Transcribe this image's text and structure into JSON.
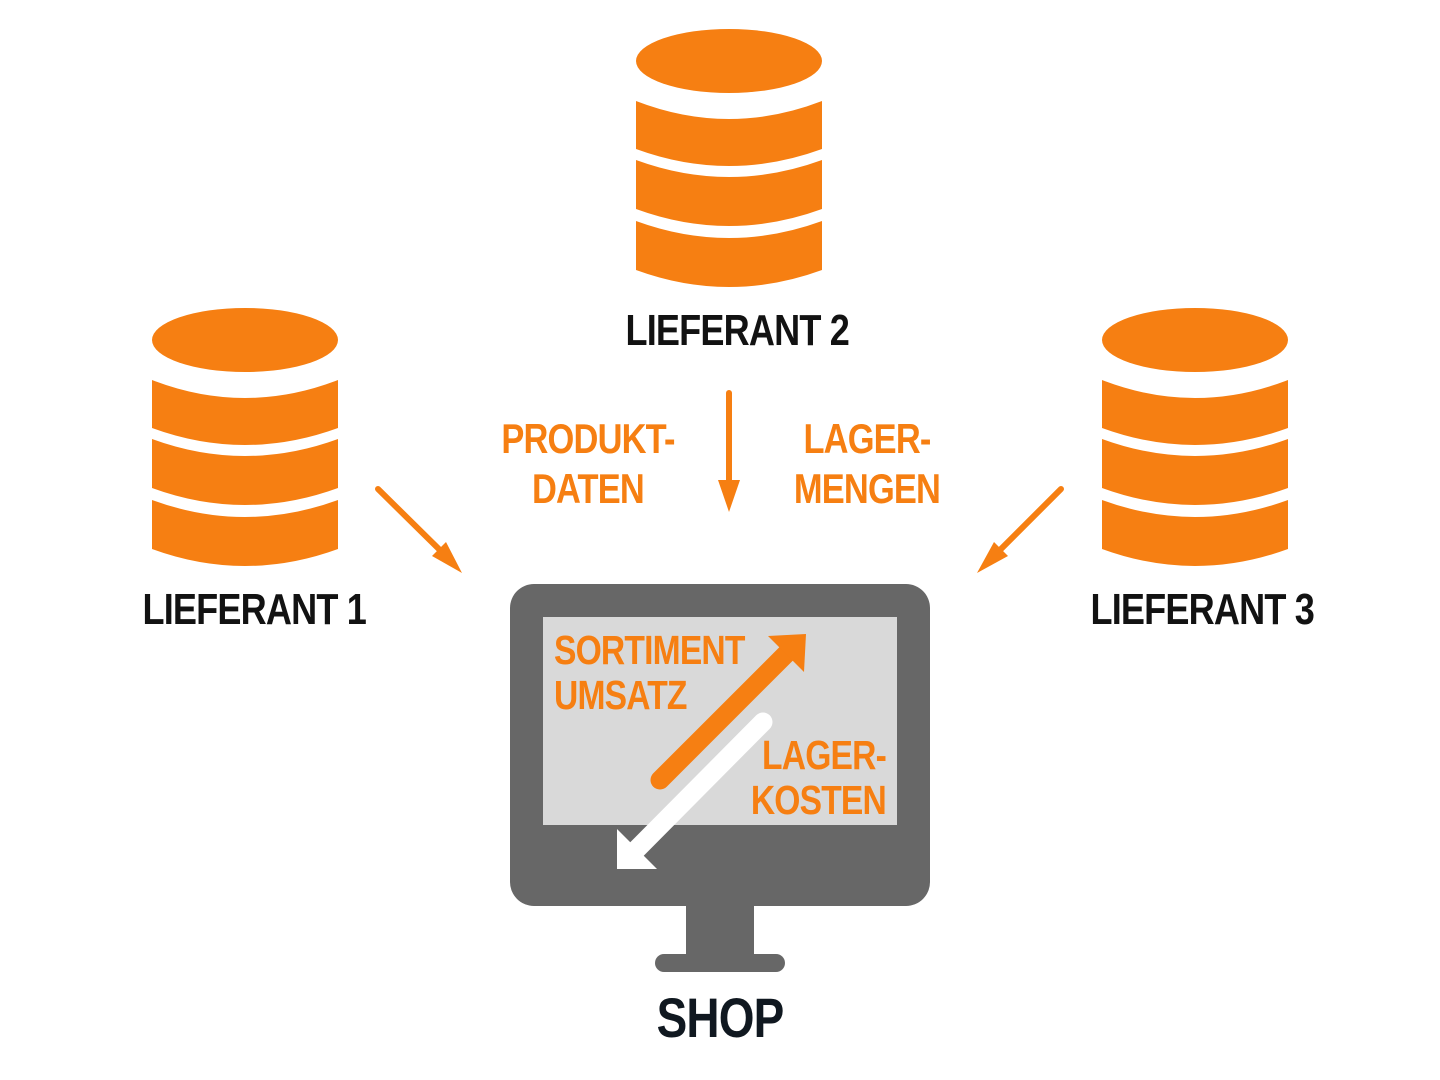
{
  "colors": {
    "accent": "#f67f12",
    "monitor": "#676767",
    "screen": "#d9d9d9",
    "text": "#121212",
    "white_arrow": "#ffffff"
  },
  "icons": {
    "supplier": "database-icon",
    "shop": "monitor-icon"
  },
  "suppliers": [
    {
      "label": "LIEFERANT 1"
    },
    {
      "label": "LIEFERANT 2"
    },
    {
      "label": "LIEFERANT 3"
    }
  ],
  "flows": {
    "left": {
      "line1": "PRODUKT-",
      "line2": "DATEN"
    },
    "right": {
      "line1": "LAGER-",
      "line2": "MENGEN"
    }
  },
  "screen": {
    "up": {
      "line1": "SORTIMENT",
      "line2": "UMSATZ"
    },
    "down": {
      "line1": "LAGER-",
      "line2": "KOSTEN"
    }
  },
  "shop_label": "SHOP"
}
